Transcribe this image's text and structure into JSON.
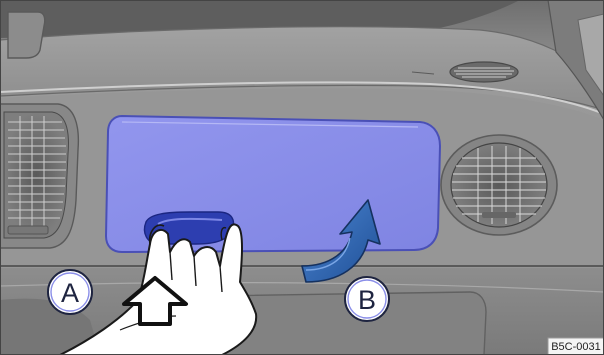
{
  "illustration": {
    "callouts": {
      "a": "A",
      "b": "B"
    },
    "reference_code": "B5C-0031"
  },
  "colors": {
    "panel_fill": "#8a8ee8",
    "panel_edge": "#4a50b6",
    "arrow_fill": "#2f66b4",
    "dashboard": "#8e8e8e"
  }
}
